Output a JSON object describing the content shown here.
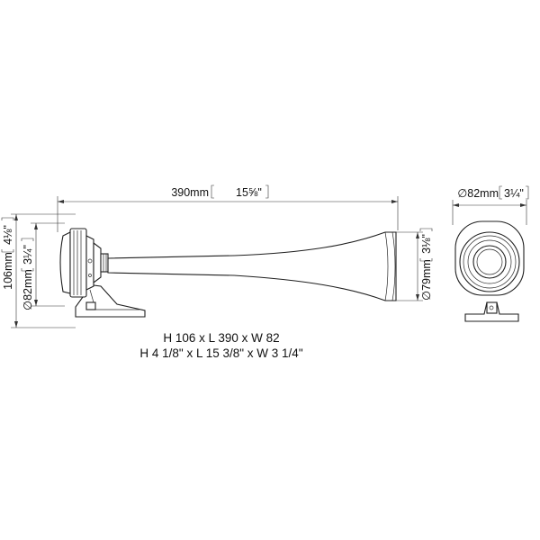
{
  "dimensions": {
    "length_mm": "390mm",
    "length_in": "15⅝\"",
    "height_mm": "106mm",
    "height_in": "4⅛\"",
    "base_diameter_mm": "∅82mm",
    "base_diameter_in": "3¼\"",
    "bell_diameter_mm": "∅79mm",
    "bell_diameter_in": "3⅛\"",
    "end_diameter_mm": "∅82mm",
    "end_diameter_in": "3¼\""
  },
  "caption": {
    "metric": "H 106 x L 390 x W 82",
    "imperial": "H 4 1/8\" x L 15 3/8\" x W 3 1/4\""
  }
}
